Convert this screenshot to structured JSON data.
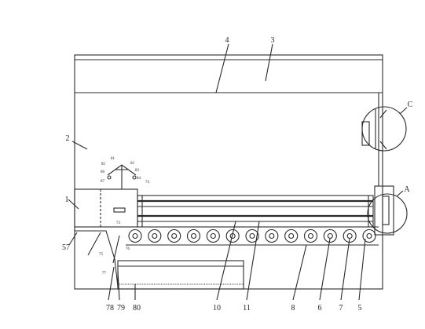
{
  "drawing": {
    "line_color": "#2a2a2a",
    "background": "#ffffff",
    "labels": {
      "l1": "1",
      "l2": "2",
      "l3": "3",
      "l4": "4",
      "l5": "5",
      "l6": "6",
      "l7": "7",
      "l8": "8",
      "l10": "10",
      "l11": "11",
      "l57": "57",
      "l78": "78",
      "l79": "79",
      "l80": "80",
      "l75": "75",
      "l76": "76",
      "l77": "77",
      "l81": "81",
      "l82": "82",
      "l83": "83",
      "l84": "84",
      "l85": "85",
      "l86": "86",
      "l87": "87",
      "l73": "73",
      "l74": "74",
      "callout_a": "A",
      "callout_c": "C"
    },
    "roller_count": 13
  }
}
